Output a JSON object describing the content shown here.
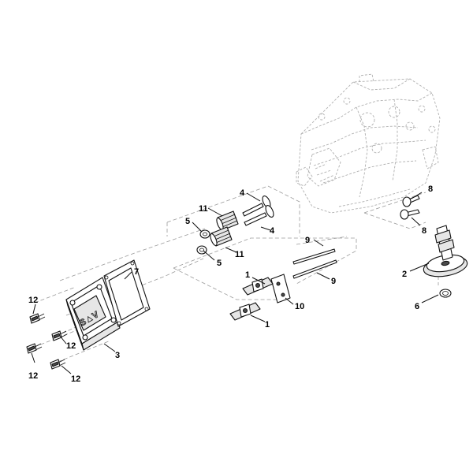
{
  "callouts": {
    "c1a": "1",
    "c1b": "1",
    "c2": "2",
    "c3": "3",
    "c4a": "4",
    "c4b": "4",
    "c5a": "5",
    "c5b": "5",
    "c6": "6",
    "c7": "7",
    "c8a": "8",
    "c8b": "8",
    "c9a": "9",
    "c9b": "9",
    "c10": "10",
    "c11a": "11",
    "c11b": "11",
    "c12a": "12",
    "c12b": "12",
    "c12c": "12",
    "c12d": "12"
  }
}
